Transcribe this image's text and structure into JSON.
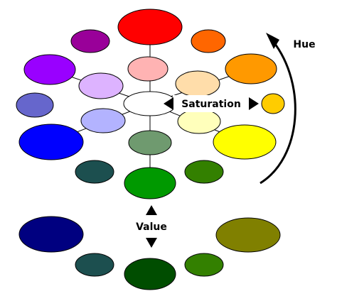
{
  "labels": {
    "hue": "Hue",
    "saturation": "Saturation",
    "value": "Value"
  },
  "colors": {
    "red": "#ff0000",
    "orange_red": "#ff6600",
    "orange": "#ff9900",
    "amber": "#ffcc00",
    "yellow": "#ffff00",
    "green": "#009900",
    "dark_green": "#338000",
    "dark_teal": "#1c4f4f",
    "blue": "#0000ff",
    "slate_blue": "#6666cc",
    "violet": "#9900ff",
    "purple": "#990099",
    "pink_tint": "#ffb3b3",
    "peach_tint": "#ffddaa",
    "light_yellow_tint": "#ffffbb",
    "gray_green_tint": "#6f9a6f",
    "periwinkle_tint": "#b3b3ff",
    "lavender_tint": "#ddb3ff",
    "white_center": "#ffffff",
    "navy": "#000080",
    "olive": "#808000",
    "darkest_green": "#004d00",
    "outline": "#000000"
  },
  "icons": {
    "hue_arrow": "curved-arrow-icon",
    "saturation_left": "triangle-left-icon",
    "saturation_right": "triangle-right-icon",
    "value_up": "triangle-up-icon",
    "value_down": "triangle-down-icon"
  }
}
